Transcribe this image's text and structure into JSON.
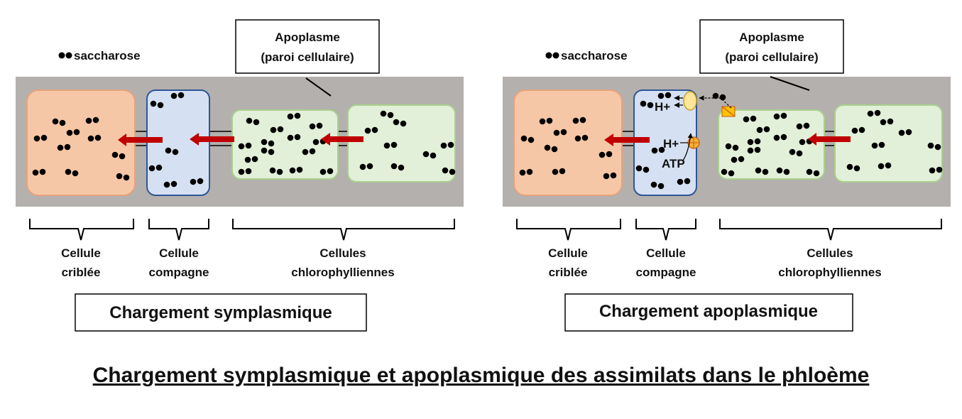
{
  "colors": {
    "background": "#ffffff",
    "apoplasm_band": "#b4b0ad",
    "sieve_cell_fill": "#f6c7a6",
    "sieve_cell_stroke": "#e8a27c",
    "companion_fill": "#d6e0f3",
    "companion_stroke": "#2f5597",
    "chloro_fill": "#e2efd9",
    "chloro_stroke": "#a9d18e",
    "arrow": "#c00000",
    "proton_pump": "#f5b134",
    "transporter": "#ffe699",
    "sucrose_dot": "#000000"
  },
  "icons": {
    "sucrose": "black-dot-pair-icon",
    "flow_arrow": "red-arrow-left-icon",
    "pump": "orange-circle-icon",
    "carrier": "yellow-oval-icon",
    "sensor": "yellow-square-icon"
  },
  "symplastic": {
    "legend": "saccharose",
    "apoplasm_line1": "Apoplasme",
    "apoplasm_line2": "(paroi cellulaire)",
    "sieve_line1": "Cellule",
    "sieve_line2": "criblée",
    "companion_line1": "Cellule",
    "companion_line2": "compagne",
    "chloro_line1": "Cellules",
    "chloro_line2": "chlorophylliennes",
    "panel_title": "Chargement symplasmique"
  },
  "apoplastic": {
    "legend": "saccharose",
    "apoplasm_line1": "Apoplasme",
    "apoplasm_line2": "(paroi cellulaire)",
    "sieve_line1": "Cellule",
    "sieve_line2": "criblée",
    "companion_line1": "Cellule",
    "companion_line2": "compagne",
    "chloro_line1": "Cellules",
    "chloro_line2": "chlorophylliennes",
    "proton_top": "H+",
    "proton_mid": "H+",
    "atp": "ATP",
    "panel_title": "Chargement apoplasmique"
  },
  "title": "Chargement symplasmique et apoplasmique des assimilats dans le phloème"
}
